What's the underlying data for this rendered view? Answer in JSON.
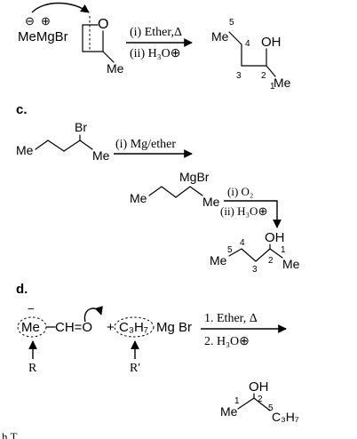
{
  "part_b": {
    "charge_minus": "⊖",
    "charge_plus": "⊕",
    "grignard": "MeMgBr",
    "epoxide_o": "O",
    "epoxide_me": "Me",
    "conditions": [
      "(i) Ether,Δ",
      "(ii) H₃O⊕"
    ],
    "product": {
      "me": "Me",
      "oh": "OH",
      "me1": "Me",
      "locants": [
        "5",
        "4",
        "3",
        "2",
        "1"
      ]
    }
  },
  "part_c": {
    "label": "c.",
    "br": "Br",
    "me_left": "Me",
    "me_right": "Me",
    "step1": "(i) Mg/ether",
    "grignard": {
      "mgbr": "MgBr",
      "me_left": "Me",
      "me_right": "Me"
    },
    "step2": [
      "(i) O₂",
      "(ii) H₃O⊕"
    ],
    "product": {
      "me_left": "Me",
      "oh": "OH",
      "me_right": "Me",
      "locants": [
        "5",
        "4",
        "3",
        "2",
        "1"
      ]
    }
  },
  "part_d": {
    "label": "d.",
    "charge_minus": "−",
    "me": "Me",
    "aldehyde": "CH=O",
    "plus": "+",
    "c3h7": "C₃H₇",
    "mgbr": "Mg Br",
    "r": "R",
    "r_prime": "R'",
    "conditions": [
      "1. Ether, Δ",
      "2. H₃O⊕"
    ],
    "product": {
      "oh": "OH",
      "me": "Me",
      "c3h7": "C₃H₇",
      "locants": [
        "1",
        "2",
        "5"
      ]
    }
  },
  "footer_fragment": "h   T"
}
